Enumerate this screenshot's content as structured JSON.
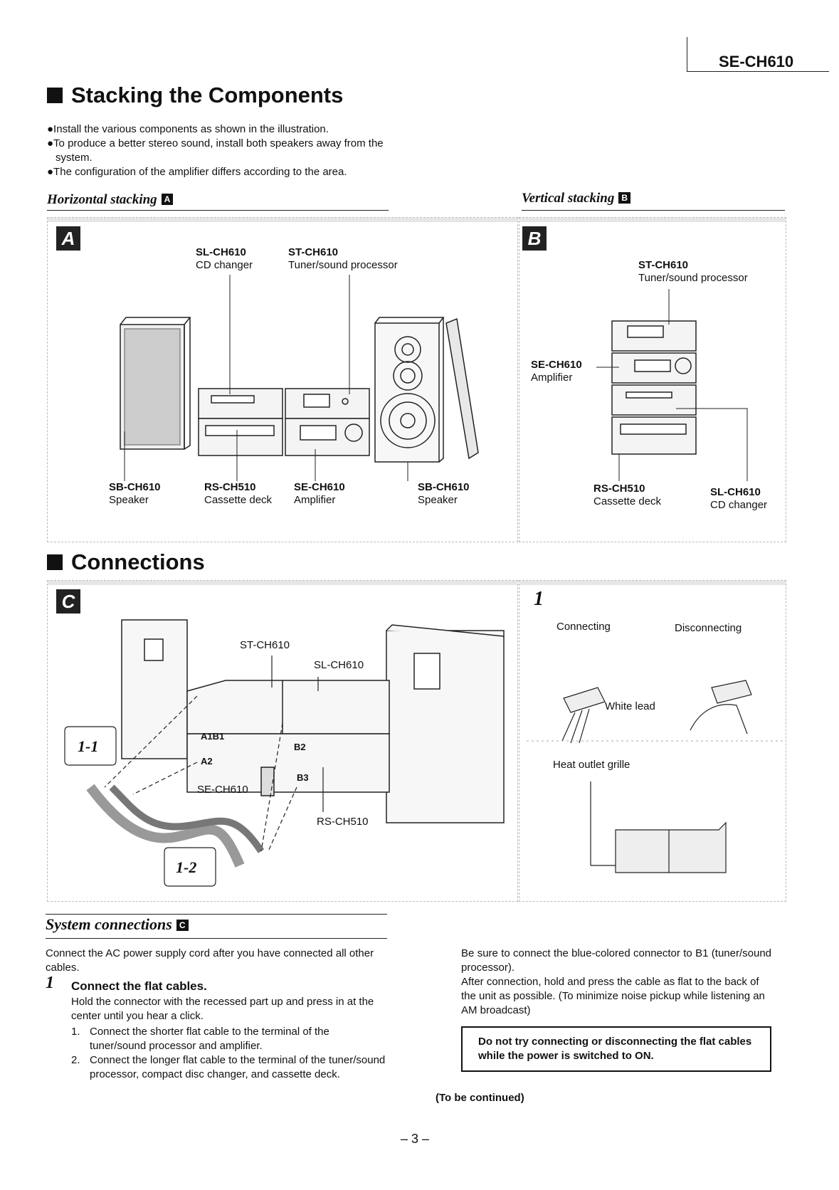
{
  "header": {
    "model": "SE-CH610"
  },
  "stacking": {
    "title": "Stacking the Components",
    "bullets": [
      "●Install the various components as shown in the illustration.",
      "●To produce a better stereo sound, install both speakers away from the system.",
      "●The configuration of the amplifier differs according to the area."
    ],
    "horizontal": {
      "heading": "Horizontal stacking",
      "badge": "A",
      "labels": {
        "cd_model": "SL-CH610",
        "cd_desc": "CD changer",
        "tuner_model": "ST-CH610",
        "tuner_desc": "Tuner/sound processor",
        "spk_l_model": "SB-CH610",
        "spk_l_desc": "Speaker",
        "cass_model": "RS-CH510",
        "cass_desc": "Cassette deck",
        "amp_model": "SE-CH610",
        "amp_desc": "Amplifier",
        "spk_r_model": "SB-CH610",
        "spk_r_desc": "Speaker"
      }
    },
    "vertical": {
      "heading": "Vertical stacking",
      "badge": "B",
      "labels": {
        "tuner_model": "ST-CH610",
        "tuner_desc": "Tuner/sound processor",
        "amp_model": "SE-CH610",
        "amp_desc": "Amplifier",
        "cass_model": "RS-CH510",
        "cass_desc": "Cassette deck",
        "cd_model": "SL-CH610",
        "cd_desc": "CD changer"
      }
    }
  },
  "connections": {
    "title": "Connections",
    "panel_c": {
      "letter": "C",
      "tuner": "ST-CH610",
      "cd": "SL-CH610",
      "amp": "SE-CH610",
      "cass": "RS-CH510",
      "a1b1": "A1B1",
      "a2": "A2",
      "b2": "B2",
      "b3": "B3",
      "step1_1": "1-1",
      "step1_2": "1-2"
    },
    "panel_1": {
      "number": "1",
      "connecting": "Connecting",
      "disconnecting": "Disconnecting",
      "white_lead": "White lead",
      "heat_outlet": "Heat outlet grille"
    }
  },
  "system": {
    "heading": "System connections",
    "badge": "C",
    "intro": "Connect the AC power supply cord after you have connected all other cables.",
    "step_number": "1",
    "step_title": "Connect the flat cables.",
    "step_body": "Hold the connector with the recessed part up and press in at the center until you hear a click.",
    "sub1_num": "1.",
    "sub1": "Connect the shorter flat cable to the terminal of the tuner/sound processor and amplifier.",
    "sub2_num": "2.",
    "sub2": "Connect the longer flat cable to the terminal of the tuner/sound processor, compact disc changer, and cassette deck.",
    "right_p1": "Be sure to connect the blue-colored connector to B1 (tuner/sound processor).",
    "right_p2": "After connection, hold and press the cable as flat to the back of the unit as possible. (To minimize noise pickup while listening an AM broadcast)",
    "warning": "Do not try connecting or disconnecting the flat cables while the power is switched to ON.",
    "continued": "(To be continued)"
  },
  "footer": {
    "page": "– 3 –"
  }
}
